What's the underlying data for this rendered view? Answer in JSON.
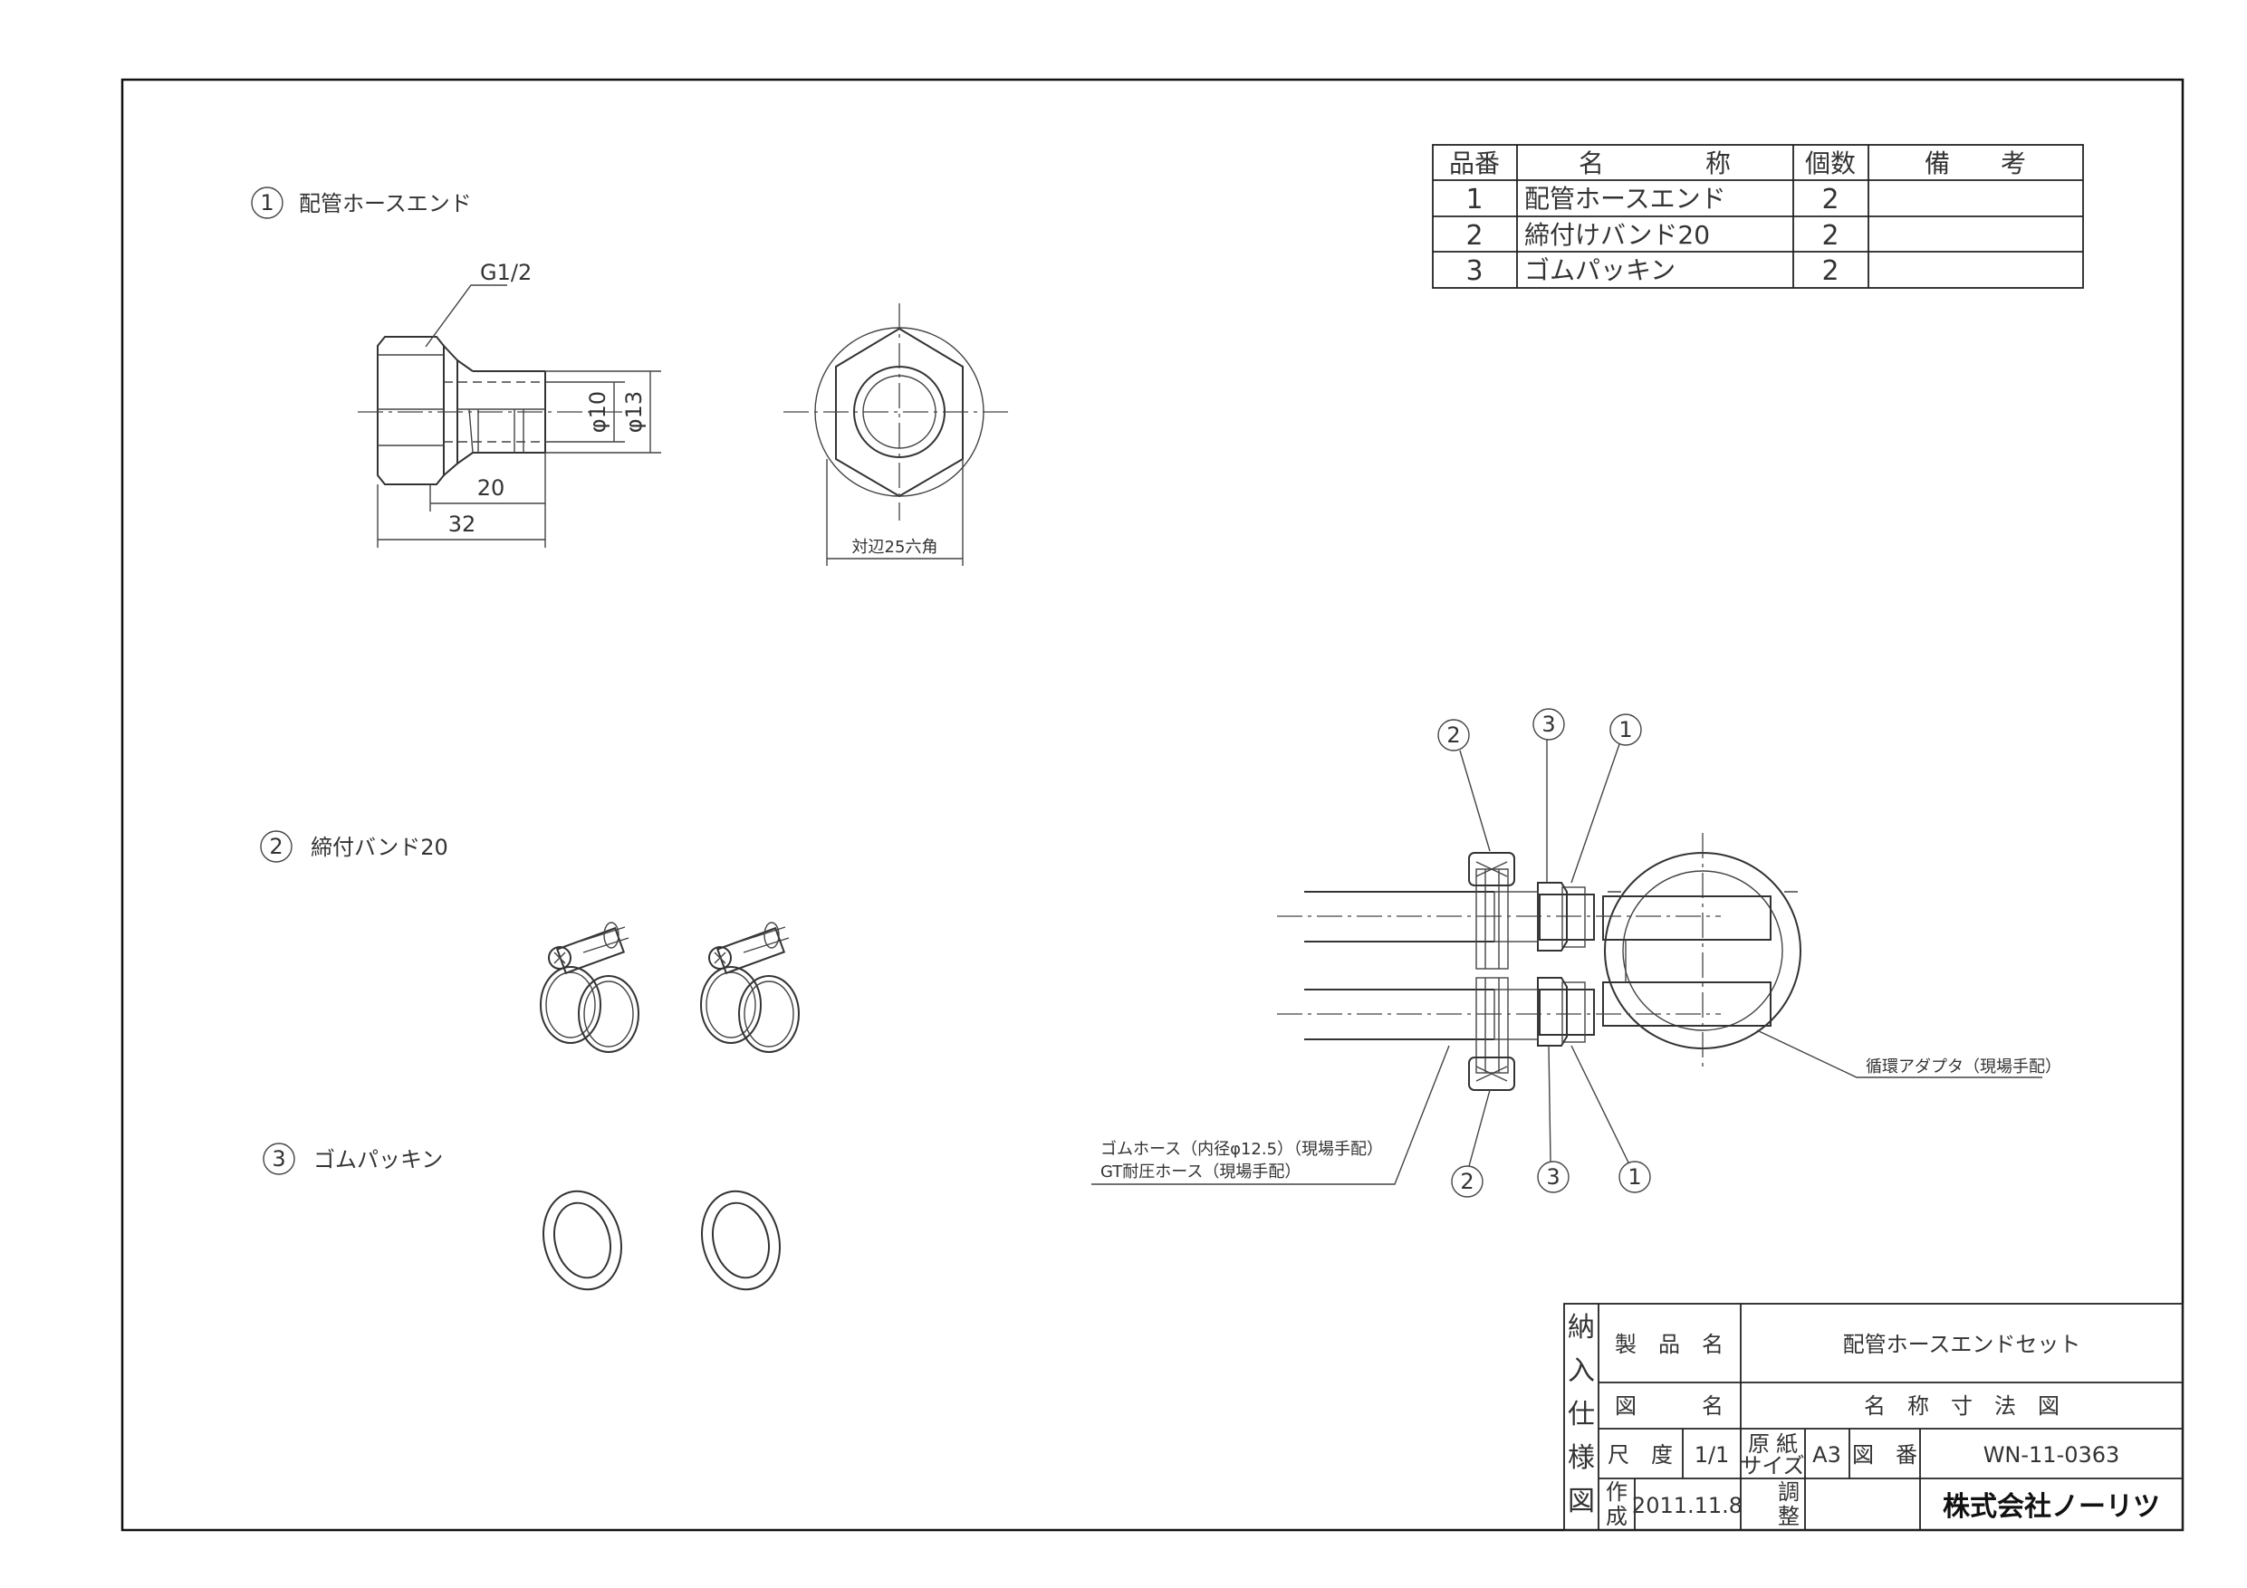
{
  "parts_table": {
    "headers": [
      "品番",
      "名　　　　称",
      "個数",
      "備　　考"
    ],
    "rows": [
      {
        "no": "1",
        "name": "配管ホースエンド",
        "qty": "2",
        "note": ""
      },
      {
        "no": "2",
        "name": "締付けバンド20",
        "qty": "2",
        "note": ""
      },
      {
        "no": "3",
        "name": "ゴムパッキン",
        "qty": "2",
        "note": ""
      }
    ]
  },
  "sections": [
    {
      "num": "1",
      "title": "配管ホースエンド"
    },
    {
      "num": "2",
      "title": "締付バンド20"
    },
    {
      "num": "3",
      "title": "ゴムパッキン"
    }
  ],
  "dimensions": {
    "thread": "G1/2",
    "dia_inner": "φ10",
    "dia_outer": "φ13",
    "len_barb": "20",
    "len_total": "32",
    "hex": "対辺25六角"
  },
  "assembly": {
    "callouts_top": [
      "2",
      "3",
      "1"
    ],
    "callouts_bottom": [
      "2",
      "3",
      "1"
    ],
    "adapter_label": "循環アダプタ（現場手配）",
    "hose_label_1": "ゴムホース（内径φ12.5）（現場手配）",
    "hose_label_2": "GT耐圧ホース（現場手配）"
  },
  "title_block": {
    "side_label": [
      "納",
      "入",
      "仕",
      "様",
      "図"
    ],
    "product_name_label": "製　品　名",
    "product_name": "配管ホースエンドセット",
    "drawing_name_label": "図　　　名",
    "drawing_name": "名　称　寸　法　図",
    "scale_label": "尺　度",
    "scale": "1/1",
    "paper_label_1": "原",
    "paper_label_2": "紙",
    "paper_label_3": "サイズ",
    "paper_size": "A3",
    "drawing_no_label": "図　番",
    "drawing_no": "WN-11-0363",
    "created_label_1": "作",
    "created_label_2": "成",
    "created_date": "2011.11.8",
    "adjust_label_1": "調",
    "adjust_label_2": "整",
    "company": "株式会社ノーリツ"
  }
}
